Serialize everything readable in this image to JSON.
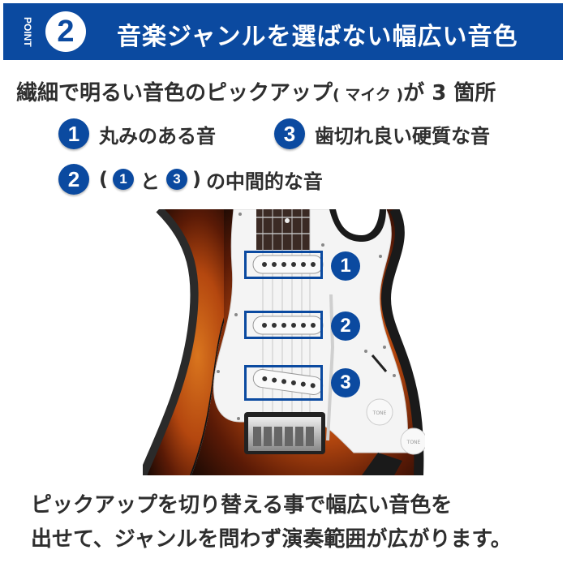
{
  "header": {
    "point_label": "POINT",
    "point_number": "2",
    "title": "音楽ジャンルを選ばない幅広い音色",
    "bg_color": "#0b4aa0"
  },
  "subtitle": {
    "prefix": "繊細で明るい音色のピックアップ",
    "paren_text": "( マイク )",
    "suffix": "が 3 箇所"
  },
  "legend": [
    {
      "number": "1",
      "text": "丸みのある音"
    },
    {
      "number": "3",
      "text": "歯切れ良い硬質な音"
    },
    {
      "number": "2",
      "open_paren": "(",
      "ref_a": "1",
      "conj": "と",
      "ref_b": "3",
      "close_paren": ")",
      "text": "の中間的な音"
    }
  ],
  "image": {
    "description": "Electric guitar body with three single-coil pickups highlighted",
    "callouts": [
      {
        "number": "1",
        "label": "neck-pickup"
      },
      {
        "number": "2",
        "label": "middle-pickup"
      },
      {
        "number": "3",
        "label": "bridge-pickup"
      }
    ],
    "knob_label": "TONE"
  },
  "bottom": {
    "line1": "ピックアップを切り替える事で幅広い音色を",
    "line2": "出せて、ジャンルを問わず演奏範囲が広がります。"
  }
}
